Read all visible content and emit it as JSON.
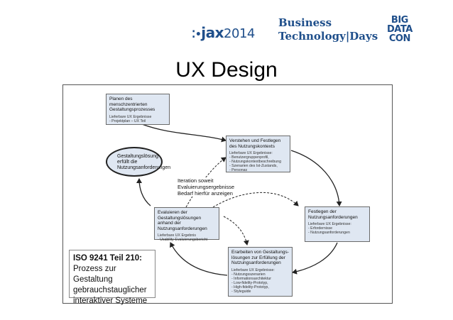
{
  "banner": {
    "jax_logo": "jax",
    "jax_year": "2014",
    "btd_line1": "Business",
    "btd_line2": "Technology|Days",
    "bdc_line1": "BIG",
    "bdc_line2": "DATA",
    "bdc_line3": "CON"
  },
  "page_title": "UX Design",
  "diagram": {
    "box_plan": {
      "head": "Planen des menschzentrierten Gestaltungsprozesses",
      "items": [
        "Lieferbare UX Ergebnisse",
        "- Projektplan – UX Teil"
      ]
    },
    "box_understand": {
      "head": "Verstehen und Festlegen des Nutzungskontexts",
      "items": [
        "Lieferbare UX Ergebnisse:",
        "- Benutzergruppenprofil,",
        "- Nutzungskontextbeschreibung",
        "- Szenarien des Ist-Zustands,",
        "- Personas"
      ]
    },
    "box_requirements": {
      "head": "Festlegen der Nutzungsanforderungen",
      "items": [
        "Lieferbare UX Ergebnisse:",
        "- Erfordernisse",
        "- Nutzungsanforderungen"
      ]
    },
    "box_design": {
      "head": "Erarbeiten von Gestaltungs-lösungen zur Erfüllung der Nutzungsanforderungen",
      "items": [
        "Lieferbare UX Ergebnisse:",
        "- Nutzungsszenarien",
        "- Informationsarchitektur",
        "- Low-fidelity-Prototyp,",
        "- High-fidelity-Prototyp,",
        "- Styleguide"
      ]
    },
    "box_evaluate": {
      "head": "Evaluieren der Gestaltungslösungen anhand der Nutzungsanforderungen",
      "items": [
        "Lieferbare UX Ergebnis",
        "- Usability-Evaluierungsbericht"
      ]
    },
    "ellipse_lines": [
      "Gestaltungslösung",
      "erfüllt die",
      "Nutzungsanforderungen"
    ],
    "iteration_lines": [
      "Iteration soweit",
      "Evaluierungsergebnisse",
      "Bedarf hierfür anzeigen"
    ]
  },
  "iso_label": {
    "title": "ISO 9241 Teil 210:",
    "lines": [
      "Prozess zur Gestaltung",
      "gebrauchstauglicher",
      "interaktiver Systeme"
    ]
  }
}
